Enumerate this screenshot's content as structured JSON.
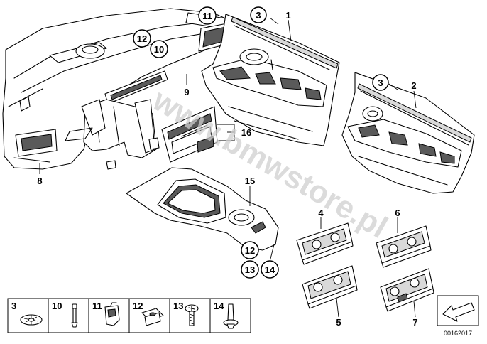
{
  "watermark": "www.bmwstore.pl",
  "diagram_ref": "00162017",
  "labels": {
    "p1": "1",
    "p2": "2",
    "p3a": "3",
    "p3b": "3",
    "p4": "4",
    "p5": "5",
    "p6": "6",
    "p7": "7",
    "p8": "8",
    "p9": "9",
    "p10": "10",
    "p11": "11",
    "p12a": "12",
    "p12b": "12",
    "p13": "13",
    "p14": "14",
    "p15": "15",
    "p16": "16"
  },
  "legend": [
    "3",
    "10",
    "11",
    "12",
    "13",
    "14"
  ],
  "colors": {
    "line": "#000000",
    "fill_dark": "#5a5a5a",
    "fill_light": "#d9d9d9",
    "watermark": "#cfcfcf"
  }
}
